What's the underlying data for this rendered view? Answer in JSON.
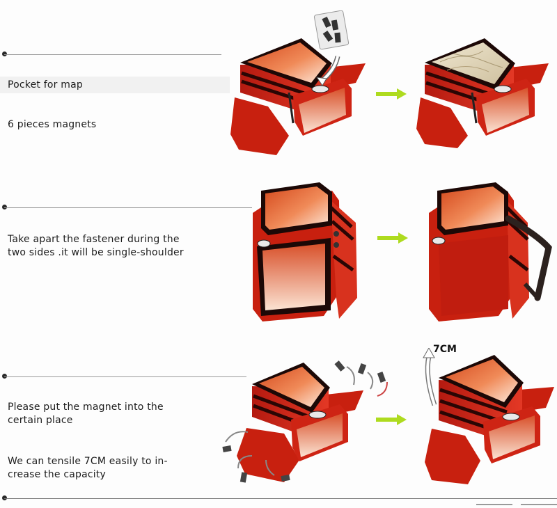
{
  "sections": [
    {
      "captions": [
        "Pocket for map",
        "6 pieces magnets"
      ]
    },
    {
      "captions": [
        "Take apart the fastener during the two sides .it  will be single-shoulder"
      ]
    },
    {
      "captions": [
        "Please put the magnet into the certain place",
        "We can tensile 7CM easily to in-crease the capacity"
      ]
    }
  ],
  "annotation_7cm": "7CM",
  "colors": {
    "bag_red": "#d42a1a",
    "bag_dark": "#7e0d09",
    "panel_orange": "#ef7d48",
    "arrow_green": "#aedb1f"
  },
  "icons": [
    "map-pocket-bag",
    "magnet-pieces",
    "single-shoulder-bag",
    "expansion-arrow",
    "green-arrow"
  ]
}
